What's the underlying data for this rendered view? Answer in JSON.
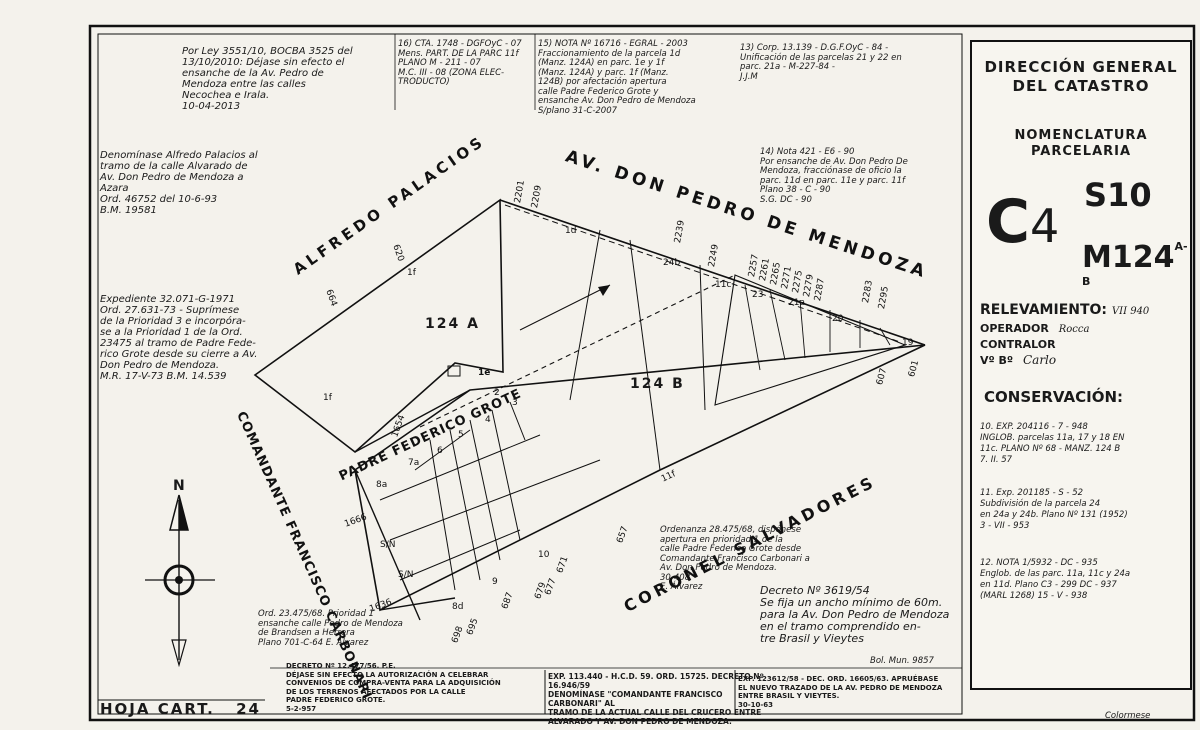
{
  "sheet": {
    "hoja_label": "HOJA CART.",
    "hoja_number": "24",
    "colormap": "Colormese"
  },
  "title_block": {
    "title": "DIRECCIÓN GENERAL DEL CATASTRO",
    "nomenclatura": "NOMENCLATURA PARCELARIA",
    "circ": "C",
    "circ_num": "4",
    "seccion": "S10",
    "manzana": "M124",
    "manzana_suffix": "A-B",
    "relevamiento_label": "RELEVAMIENTO:",
    "relevamiento_value": "VII 940",
    "operador_label": "OPERADOR",
    "operador_value": "Rocca",
    "contralor_label": "CONTRALOR",
    "vb_label": "Vº Bº",
    "vb_value": "Carlo",
    "conservacion": "CONSERVACIÓN:",
    "cons_entries": [
      "10. EXP. 204116 - 7 - 948\nINGLOB. parcelas 11a, 17 y 18 EN\n11c. PLANO Nº 68 - MANZ. 124 B\n7. II. 57",
      "11. Exp. 201185 - S - 52\nSubdivisión de la parcela 24\nen 24a y 24b. Plano Nº 131 (1952)\n3 - VII - 953",
      "12. NOTA 1/5932 - DC - 935\nEnglob. de las parc. 11a, 11c y 24a\nen 11d. Plano C3 - 299 DC - 937\n(MARL 1268) 15 - V - 938"
    ]
  },
  "streets": {
    "av_pedro_mendoza": "AV. DON PEDRO DE MENDOZA",
    "alfredo_palacios": "ALFREDO PALACIOS",
    "padre_grote": "PADRE FEDERICO GROTE",
    "comandante_carbonari": "COMANDANTE FRANCISCO CARBONARI",
    "coronel_salvadores": "CORONEL SALVADORES"
  },
  "parcels": {
    "p124a": "124 A",
    "p124b": "124 B"
  },
  "lots": {
    "l1d": "1d",
    "l1f": "1f",
    "l1f2": "1f",
    "l1e": "1e",
    "l24b": "24b",
    "l11c": "11c",
    "l23": "23",
    "l21a": "21a",
    "l20": "20",
    "l19": "19",
    "l11f": "11f",
    "l2": "2",
    "l3": "3",
    "l4": "4",
    "l5": "5",
    "l6": "6",
    "l7a": "7a",
    "l8a": "8a",
    "l8d": "8d",
    "l9": "9",
    "l10": "10",
    "lSN1": "S/N",
    "lSN2": "S/N"
  },
  "door_numbers": {
    "n2201": "2201",
    "n2209": "2209",
    "n2239": "2239",
    "n2249": "2249",
    "n2257": "2257",
    "n2261": "2261",
    "n2265": "2265",
    "n2271": "2271",
    "n2275": "2275",
    "n2279": "2279",
    "n2283a": "2287",
    "n2283": "2283",
    "n2295": "2295",
    "n620": "620",
    "n664": "664",
    "n607": "607",
    "n601": "601",
    "n657": "657",
    "n671": "671",
    "n677": "677",
    "n679": "679",
    "n687": "687",
    "n695": "695",
    "n698": "698",
    "n1636": "1636",
    "n1666": "1666",
    "n1654": "1654"
  },
  "notes": {
    "ley": "Por Ley 3551/10, BOCBA 3525 del\n13/10/2010: Déjase sin efecto el\nensanche de la Av. Pedro de\nMendoza entre las calles\nNecochea e Irala.\n10-04-2013",
    "cta": "16) CTA. 1748 - DGFOyC - 07\nMens. PART. DE LA PARC 11f\nPLANO M - 211 - 07\nM.C. III - 08 (ZONA ELEC-\nTRODUCTO)",
    "nota15": "15) NOTA Nº 16716 - EGRAL - 2003\nFraccionamiento de la parcela 1d\n(Manz. 124A) en parc. 1e y 1f\n(Manz. 124A) y parc. 1f (Manz.\n124B) por afectación apertura\ncalle Padre Federico Grote y\nensanche Av. Don Pedro de Mendoza\nS/plano 31-C-2007",
    "corp13": "13) Corp. 13.139 - D.G.F.OyC - 84 -\nUnificación de las parcelas 21 y 22 en\nparc. 21a - M-227-84 -\nJ.J.M",
    "nota14": "14) Nota 421 - E6 - 90\nPor ensanche de Av. Don Pedro De\nMendoza, fracciónase de oficio la\nparc. 11d en parc. 11e y parc. 11f\nPlano 38 - C - 90\nS.G. DC - 90",
    "palacios": "Denomínase Alfredo Palacios al\ntramo de la calle Alvarado de\nAv. Don Pedro de Mendoza a\nAzara\nOrd. 46752 del 10-6-93\nB.M. 19581",
    "expediente": "Expediente 32.071-G-1971\nOrd. 27.631-73 - Suprímese\nde la Prioridad 3 e incorpóra-\nse a la Prioridad 1 de la Ord.\n23475 al tramo de Padre Fede-\nrico Grote desde su cierre a Av.\nDon Pedro de Mendoza.\nM.R. 17-V-73          B.M. 14.539",
    "ord28": "Ordenanza 28.475/68, dispónese\napertura en prioridad 1 de la\ncalle Padre Federico Grote desde\nComandante Francisco Carbonari a\nAv. Don Pedro de Mendoza.\n30-408\nE. Álvarez",
    "decreto3619": "Decreto Nº 3619/54\nSe fija un ancho mínimo de 60m.\npara la Av. Don Pedro de Mendoza\nen el tramo comprendido en-\ntre Brasil y Vieytes",
    "bolmun": "Bol. Mun. 9857",
    "ord23": "Ord. 23.475/68. Prioridad 1\nensanche calle Pedro de Mendoza\nde Brandsen a Herrera\nPlano 701-C-64     E. Álvarez",
    "decreto12": "DECRETO Nº 12.477/56. P.E.\nDÉJASE SIN EFECTO LA AUTORIZACIÓN A CELEBRAR\nCONVENIOS DE COMPRA-VENTA PARA LA ADQUISICIÓN\nDE LOS TERRENOS AFECTADOS POR LA CALLE\nPADRE FEDERICO GROTE.\n5-2-957",
    "exp113": "EXP. 113.440 - H.C.D. 59. ORD. 15725. DECRETO Nº 16.946/59\nDENOMÍNASE \"COMANDANTE FRANCISCO CARBONARI\" AL\nTRAMO DE LA ACTUAL CALLE DEL CRUCERO ENTRE\nALVARADO Y AV. DON PEDRO DE MENDOZA.",
    "exp123": "EXP. 123612/58 - DEC. ORD. 16605/63. APRUÉBASE\nEL NUEVO TRAZADO DE LA AV. PEDRO DE MENDOZA\nENTRE BRASIL Y VIEYTES.\n30-10-63"
  },
  "compass": {
    "north": "N"
  },
  "colors": {
    "ink": "#111111",
    "paper": "#f4f2ec"
  }
}
